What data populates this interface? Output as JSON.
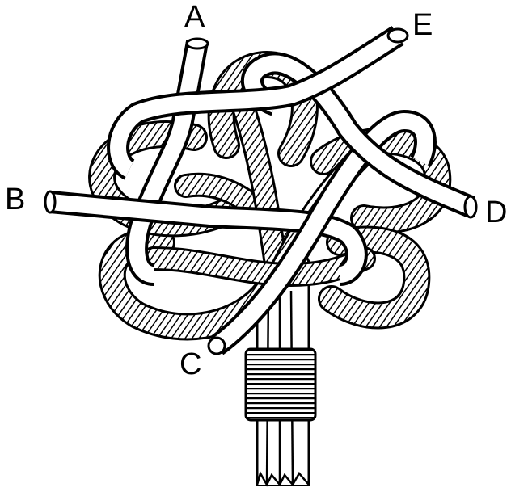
{
  "labels": {
    "a": "A",
    "b": "B",
    "c": "C",
    "d": "D",
    "e": "E"
  },
  "colors": {
    "ink": "#000000",
    "paper": "#ffffff"
  }
}
